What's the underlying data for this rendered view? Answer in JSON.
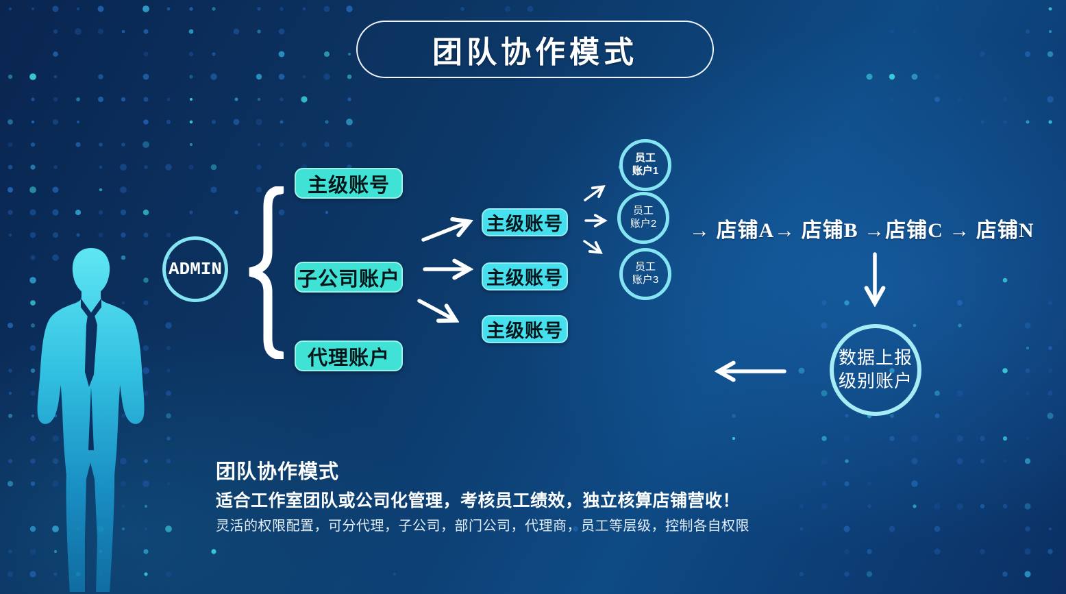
{
  "title": "团队协作模式",
  "admin_label": "ADMIN",
  "left_boxes": [
    "主级账号",
    "子公司账户",
    "代理账户"
  ],
  "mid_boxes": [
    "主级账号",
    "主级账号",
    "主级账号"
  ],
  "employees": [
    {
      "line1": "员工",
      "line2": "账户1"
    },
    {
      "line1": "员工",
      "line2": "账户2"
    },
    {
      "line1": "员工",
      "line2": "账户3"
    }
  ],
  "shop_chain": "→ 店铺A→ 店铺B →店铺C → 店铺N",
  "report_circle": {
    "line1": "数据上报",
    "line2": "级别账户"
  },
  "footer": {
    "heading": "团队协作模式",
    "line1": "适合工作室团队或公司化管理，考核员工绩效，独立核算店铺营收！",
    "line2": "灵活的权限配置，可分代理，子公司，部门公司，代理商，员工等层级，控制各自权限"
  },
  "colors": {
    "box_teal": "#3fe2d4",
    "box_cyan": "#46dfee",
    "circle_border": "#85e4f2",
    "arrow": "#ffffff",
    "background_base": "#0c3a6e",
    "dot_cyan": "#3bd0de",
    "dot_blue": "#2064b0"
  }
}
